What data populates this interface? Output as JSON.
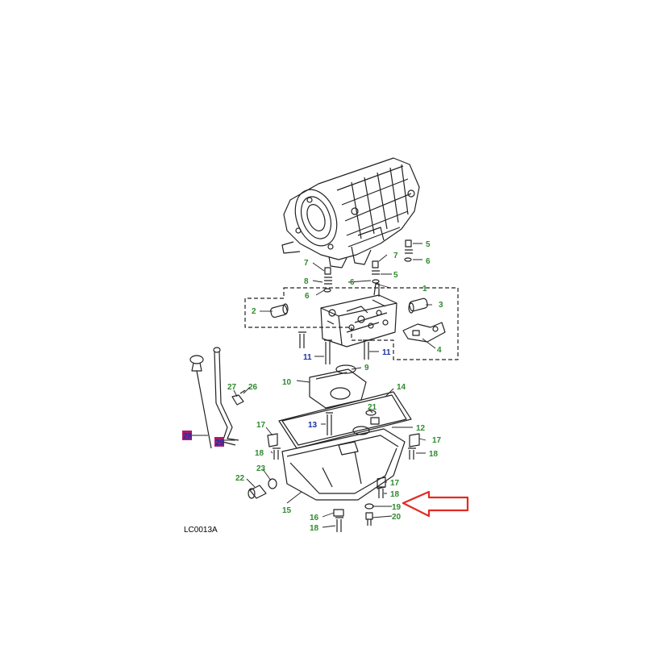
{
  "diagram": {
    "caption": "LC0013A",
    "colors": {
      "callout_green": "#2f8a2f",
      "callout_blue": "#1b2fa3",
      "callout_highlight": "#b0186a",
      "arrow_red": "#e22b22",
      "line": "#222222"
    },
    "callouts": [
      {
        "id": "c1",
        "text": "1",
        "color": "green"
      },
      {
        "id": "c2",
        "text": "2",
        "color": "green"
      },
      {
        "id": "c3",
        "text": "3",
        "color": "green"
      },
      {
        "id": "c4",
        "text": "4",
        "color": "green"
      },
      {
        "id": "c5a",
        "text": "5",
        "color": "green"
      },
      {
        "id": "c5b",
        "text": "5",
        "color": "green"
      },
      {
        "id": "c6a",
        "text": "6",
        "color": "green"
      },
      {
        "id": "c6b",
        "text": "6",
        "color": "green"
      },
      {
        "id": "c6c",
        "text": "6",
        "color": "green"
      },
      {
        "id": "c7a",
        "text": "7",
        "color": "green"
      },
      {
        "id": "c7b",
        "text": "7",
        "color": "green"
      },
      {
        "id": "c8",
        "text": "8",
        "color": "green"
      },
      {
        "id": "c9",
        "text": "9",
        "color": "green"
      },
      {
        "id": "c10",
        "text": "10",
        "color": "green"
      },
      {
        "id": "c11a",
        "text": "11",
        "color": "blue"
      },
      {
        "id": "c11b",
        "text": "11",
        "color": "blue"
      },
      {
        "id": "c12",
        "text": "12",
        "color": "green"
      },
      {
        "id": "c13",
        "text": "13",
        "color": "blue"
      },
      {
        "id": "c14",
        "text": "14",
        "color": "green"
      },
      {
        "id": "c15",
        "text": "15",
        "color": "green"
      },
      {
        "id": "c16",
        "text": "16",
        "color": "green"
      },
      {
        "id": "c17a",
        "text": "17",
        "color": "green"
      },
      {
        "id": "c17b",
        "text": "17",
        "color": "green"
      },
      {
        "id": "c17c",
        "text": "17",
        "color": "green"
      },
      {
        "id": "c18a",
        "text": "18",
        "color": "green"
      },
      {
        "id": "c18b",
        "text": "18",
        "color": "green"
      },
      {
        "id": "c18c",
        "text": "18",
        "color": "green"
      },
      {
        "id": "c18d",
        "text": "18",
        "color": "green"
      },
      {
        "id": "c19",
        "text": "19",
        "color": "green"
      },
      {
        "id": "c20",
        "text": "20",
        "color": "green"
      },
      {
        "id": "c21",
        "text": "21",
        "color": "green"
      },
      {
        "id": "c22",
        "text": "22",
        "color": "green"
      },
      {
        "id": "c23",
        "text": "23",
        "color": "green"
      },
      {
        "id": "c26",
        "text": "26",
        "color": "green"
      },
      {
        "id": "c27",
        "text": "27",
        "color": "green"
      },
      {
        "id": "c28",
        "text": "28",
        "color": "highlight"
      },
      {
        "id": "c29",
        "text": "29",
        "color": "highlight"
      }
    ]
  }
}
